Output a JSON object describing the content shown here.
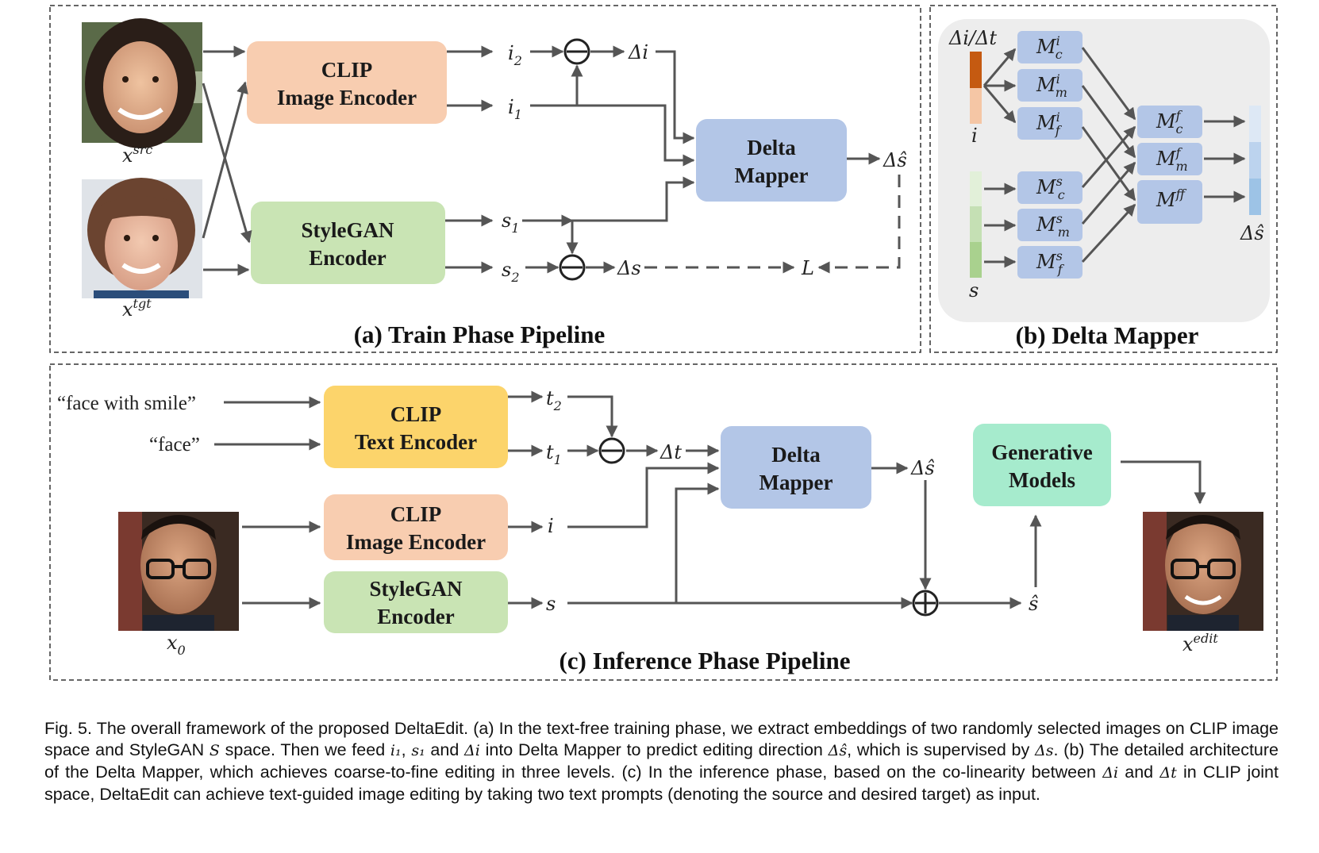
{
  "panel_a": {
    "caption": "(a) Train Phase Pipeline",
    "clip_image_encoder": [
      "CLIP",
      "Image Encoder"
    ],
    "stylegan_encoder": [
      "StyleGAN",
      "Encoder"
    ],
    "delta_mapper": [
      "Delta",
      "Mapper"
    ],
    "images": {
      "src": {
        "base": "x",
        "sup": "src"
      },
      "tgt": {
        "base": "x",
        "sup": "tgt"
      }
    },
    "symbols": {
      "i2": {
        "base": "i",
        "sub": "2"
      },
      "i1": {
        "base": "i",
        "sub": "1"
      },
      "s1": {
        "base": "s",
        "sub": "1"
      },
      "s2": {
        "base": "s",
        "sub": "2"
      },
      "delta_i": "Δi",
      "delta_s": "Δs",
      "delta_s_hat": "Δŝ",
      "loss": "L"
    }
  },
  "panel_b": {
    "caption": "(b) Delta Mapper",
    "input_label": "Δi/Δt",
    "i_label": "i",
    "s_label": "s",
    "output_label": "Δŝ",
    "image_mappers": [
      {
        "base": "M",
        "sub": "c",
        "sup": "i"
      },
      {
        "base": "M",
        "sub": "m",
        "sup": "i"
      },
      {
        "base": "M",
        "sub": "f",
        "sup": "i"
      }
    ],
    "style_mappers": [
      {
        "base": "M",
        "sub": "c",
        "sup": "s"
      },
      {
        "base": "M",
        "sub": "m",
        "sup": "s"
      },
      {
        "base": "M",
        "sub": "f",
        "sup": "s"
      }
    ],
    "fusion_mappers": [
      {
        "base": "M",
        "sub": "c",
        "sup": "f"
      },
      {
        "base": "M",
        "sub": "m",
        "sup": "f"
      },
      {
        "base": "M",
        "sub": "f",
        "sup": "f"
      }
    ]
  },
  "panel_c": {
    "caption": "(c) Inference Phase Pipeline",
    "prompt_target": "“face with smile”",
    "prompt_source": "“face”",
    "clip_text_encoder": [
      "CLIP",
      "Text Encoder"
    ],
    "clip_image_encoder": [
      "CLIP",
      "Image Encoder"
    ],
    "stylegan_encoder": [
      "StyleGAN",
      "Encoder"
    ],
    "delta_mapper": [
      "Delta",
      "Mapper"
    ],
    "generative_models": [
      "Generative",
      "Models"
    ],
    "images": {
      "input": {
        "base": "x",
        "sub": "0"
      },
      "output": {
        "base": "x",
        "sup": "edit"
      }
    },
    "symbols": {
      "t2": {
        "base": "t",
        "sub": "2"
      },
      "t1": {
        "base": "t",
        "sub": "1"
      },
      "i": "i",
      "s": "s",
      "delta_t": "Δt",
      "delta_s_hat": "Δŝ",
      "s_hat": "ŝ"
    }
  },
  "caption": {
    "intro": "Fig. 5. The overall framework of the proposed DeltaEdit. (a) In the text-free training phase, we extract embeddings of two randomly selected images on CLIP image space and StyleGAN ",
    "S": "𝑆",
    "part2": " space. Then we feed ",
    "i1": "i₁",
    "comma": ", ",
    "s1": "s₁",
    "and": " and ",
    "di": "Δi",
    "part3": " into Delta Mapper to predict editing direction ",
    "dsh": "Δŝ",
    "part4": ", which is supervised by ",
    "ds": "Δs",
    "part5": ". (b) The detailed architecture of the Delta Mapper, which achieves coarse-to-fine editing in three levels. (c) In the inference phase, based on the co-linearity between ",
    "di2": "Δi",
    "and2": " and ",
    "dt": "Δt",
    "part6": " in CLIP joint space, DeltaEdit can achieve text-guided image editing by taking two text prompts (denoting the source and desired target) as input."
  },
  "colors": {
    "clip_image": "#f8cdb0",
    "stylegan": "#c9e4b4",
    "delta_mapper": "#b3c6e7",
    "clip_text": "#fcd46b",
    "generative": "#a6ebcd",
    "panel_b_bg": "#ededed",
    "arrow": "#555555"
  }
}
